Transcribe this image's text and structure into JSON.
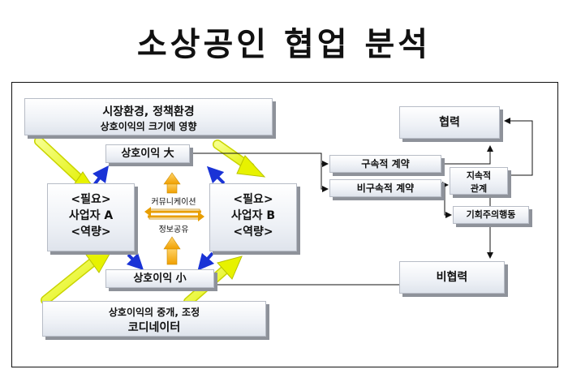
{
  "title": "소상공인 협업 분석",
  "env_box": {
    "line1": "시장환경, 정책환경",
    "line2": "상호이익의 크기에 영향"
  },
  "benefit_large": "상호이익 大",
  "benefit_small": "상호이익 小",
  "business_a": {
    "line1": "<필요>",
    "line2": "사업자 A",
    "line3": "<역량>"
  },
  "business_b": {
    "line1": "<필요>",
    "line2": "사업자 B",
    "line3": "<역량>"
  },
  "communication": "커뮤니케이션",
  "info_sharing": "정보공유",
  "coordinator_box": {
    "line1": "상호이익의 중개, 조정",
    "line2": "코디네이터"
  },
  "continuous_contract": "구속적 계약",
  "noncontinuous_contract": "비구속적 계약",
  "sustained_relation": {
    "line1": "지속적",
    "line2": "관계"
  },
  "opportunism": "기회주의행동",
  "cooperation": "협력",
  "noncooperation": "비협력"
}
